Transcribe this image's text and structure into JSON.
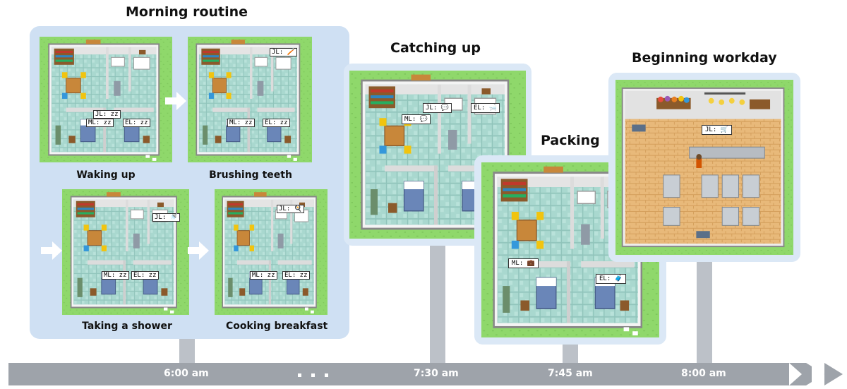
{
  "sections": {
    "morning_routine": "Morning routine",
    "catching_up": "Catching up",
    "packing": "Packing",
    "beginning_workday": "Beginning workday"
  },
  "scenes": {
    "waking_up": "Waking up",
    "brushing_teeth": "Brushing teeth",
    "taking_shower": "Taking a shower",
    "cooking_breakfast": "Cooking breakfast"
  },
  "bubbles": {
    "ml": "ML:",
    "jl": "JL:",
    "el": "EL:"
  },
  "timeline": {
    "t600": "6:00 am",
    "t730": "7:30 am",
    "t745": "7:45 am",
    "t800": "8:00 am"
  }
}
